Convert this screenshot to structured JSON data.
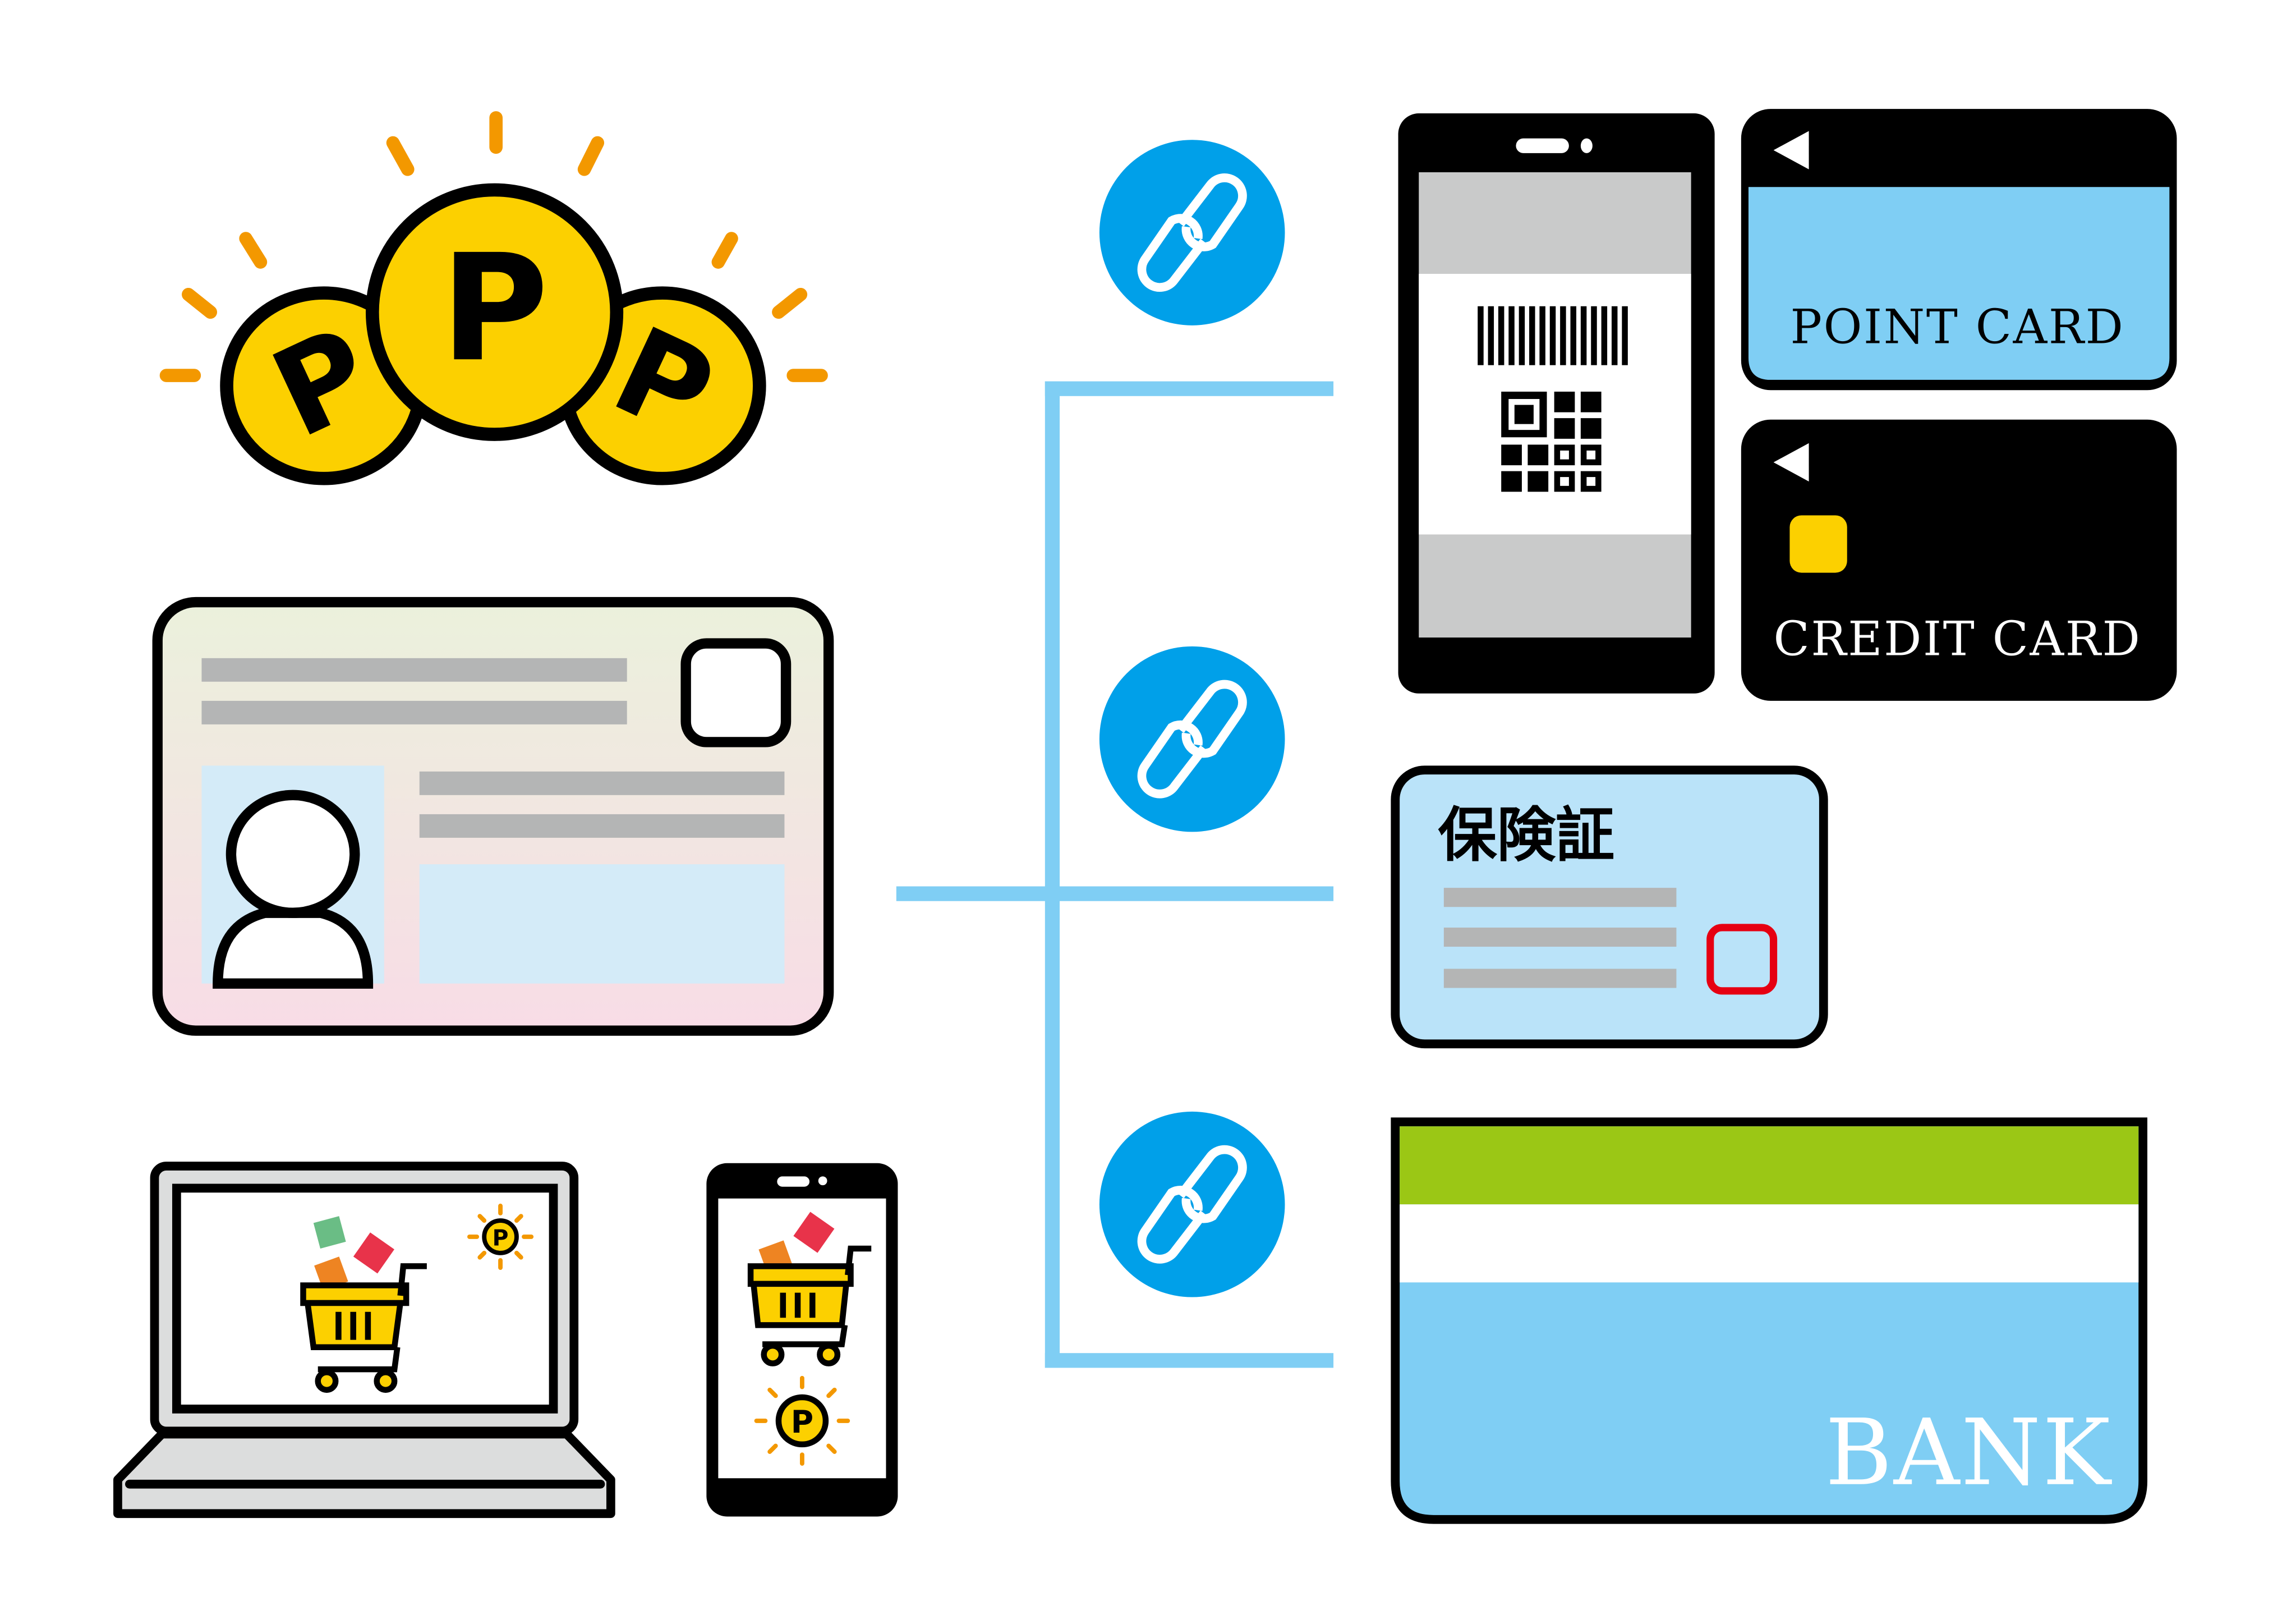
{
  "illustration": {
    "theme": "My Number card linked to points, payments, insurance and bank account"
  },
  "points_coins": {
    "letter": "P",
    "count": 3,
    "colors": {
      "coin": "#FCD000",
      "rays": "#F39800",
      "outline": "#000000"
    }
  },
  "id_card": {
    "colors": {
      "gradient_top": "#EBF1DC",
      "gradient_bottom": "#F8DCE6",
      "photo_bg": "#D4EBF8",
      "lines": "#B4B5B5"
    }
  },
  "devices": {
    "laptop": {
      "screen": "shopping-cart-with-point-coin",
      "coin_letter": "P"
    },
    "smartphone": {
      "screen": "shopping-cart-with-point-coin",
      "coin_letter": "P"
    }
  },
  "connector": {
    "color": "#7FCEF4",
    "link_icon_color": "#00A0E9",
    "link_icons": 3
  },
  "payment_phone": {
    "screen": "barcode-and-qr-code"
  },
  "point_card": {
    "label": "POINT CARD",
    "color": "#7FCEF4"
  },
  "credit_card": {
    "label": "CREDIT CARD",
    "chip_color": "#FCD000"
  },
  "insurance_card": {
    "label": "保険証",
    "color": "#BAE3F9",
    "stamp_color": "#E60012"
  },
  "bank_book": {
    "label": "BANK",
    "stripe_color": "#9BC715",
    "body_color": "#7FCEF4"
  }
}
